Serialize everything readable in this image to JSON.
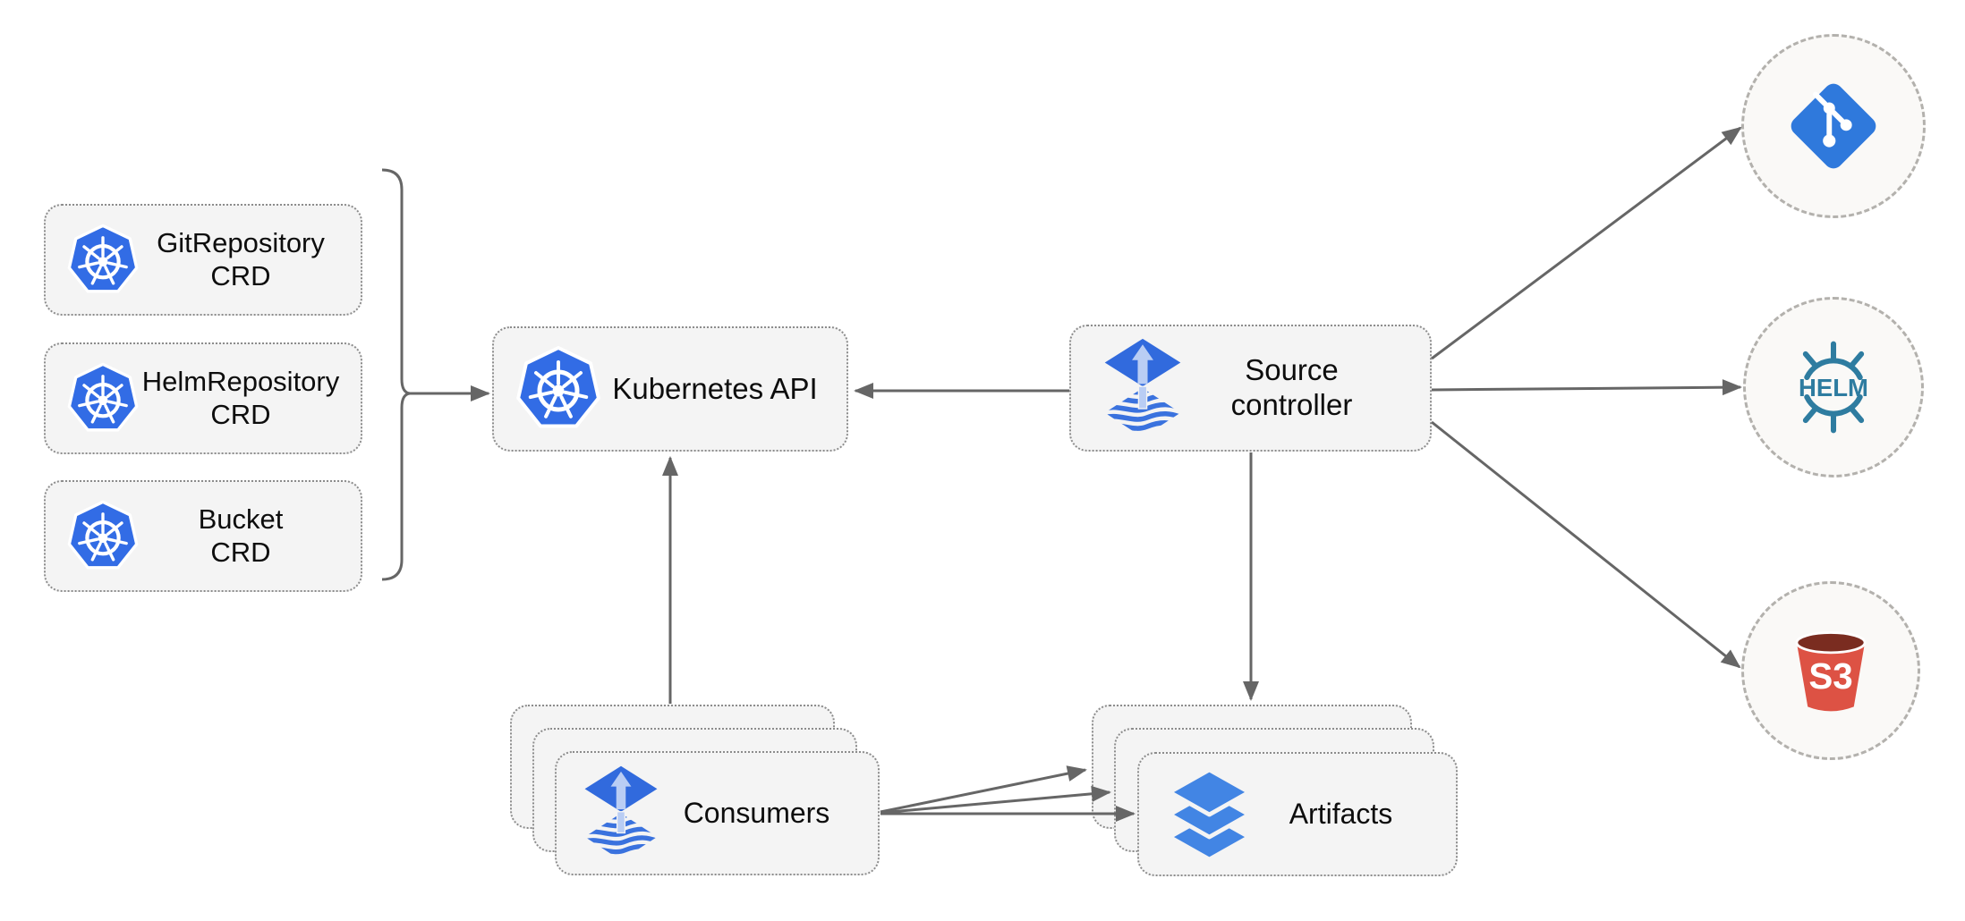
{
  "colors": {
    "kubernetes_blue": "#326ce5",
    "flux_blue": "#316add",
    "flux_arrow_light": "#b9cdf4",
    "git_blue": "#2f79dc",
    "helm_teal": "#2e7ca0",
    "s3_red": "#dd5244",
    "s3_dark_red": "#7a2c20",
    "layers_blue": "#4285e4",
    "arrow_gray": "#666666",
    "node_background": "#f4f4f4",
    "circle_background": "#faf9f7"
  },
  "crd_boxes": [
    {
      "lines": [
        "GitRepository",
        "CRD"
      ],
      "icon": "kubernetes-icon"
    },
    {
      "lines": [
        "HelmRepository",
        "CRD"
      ],
      "icon": "kubernetes-icon"
    },
    {
      "lines": [
        "Bucket",
        "CRD"
      ],
      "icon": "kubernetes-icon"
    }
  ],
  "kubernetes_api": {
    "label": "Kubernetes API",
    "icon": "kubernetes-icon"
  },
  "source_controller": {
    "lines": [
      "Source",
      "controller"
    ],
    "icon": "flux-icon"
  },
  "consumers": {
    "label": "Consumers",
    "icon": "flux-icon",
    "stack_count": 3
  },
  "artifacts": {
    "label": "Artifacts",
    "icon": "layers-icon",
    "stack_count": 3
  },
  "external_sources": {
    "git": {
      "icon": "git-icon"
    },
    "helm": {
      "icon": "helm-icon",
      "label": "HELM"
    },
    "s3": {
      "icon": "s3-bucket-icon",
      "label": "S3"
    }
  }
}
